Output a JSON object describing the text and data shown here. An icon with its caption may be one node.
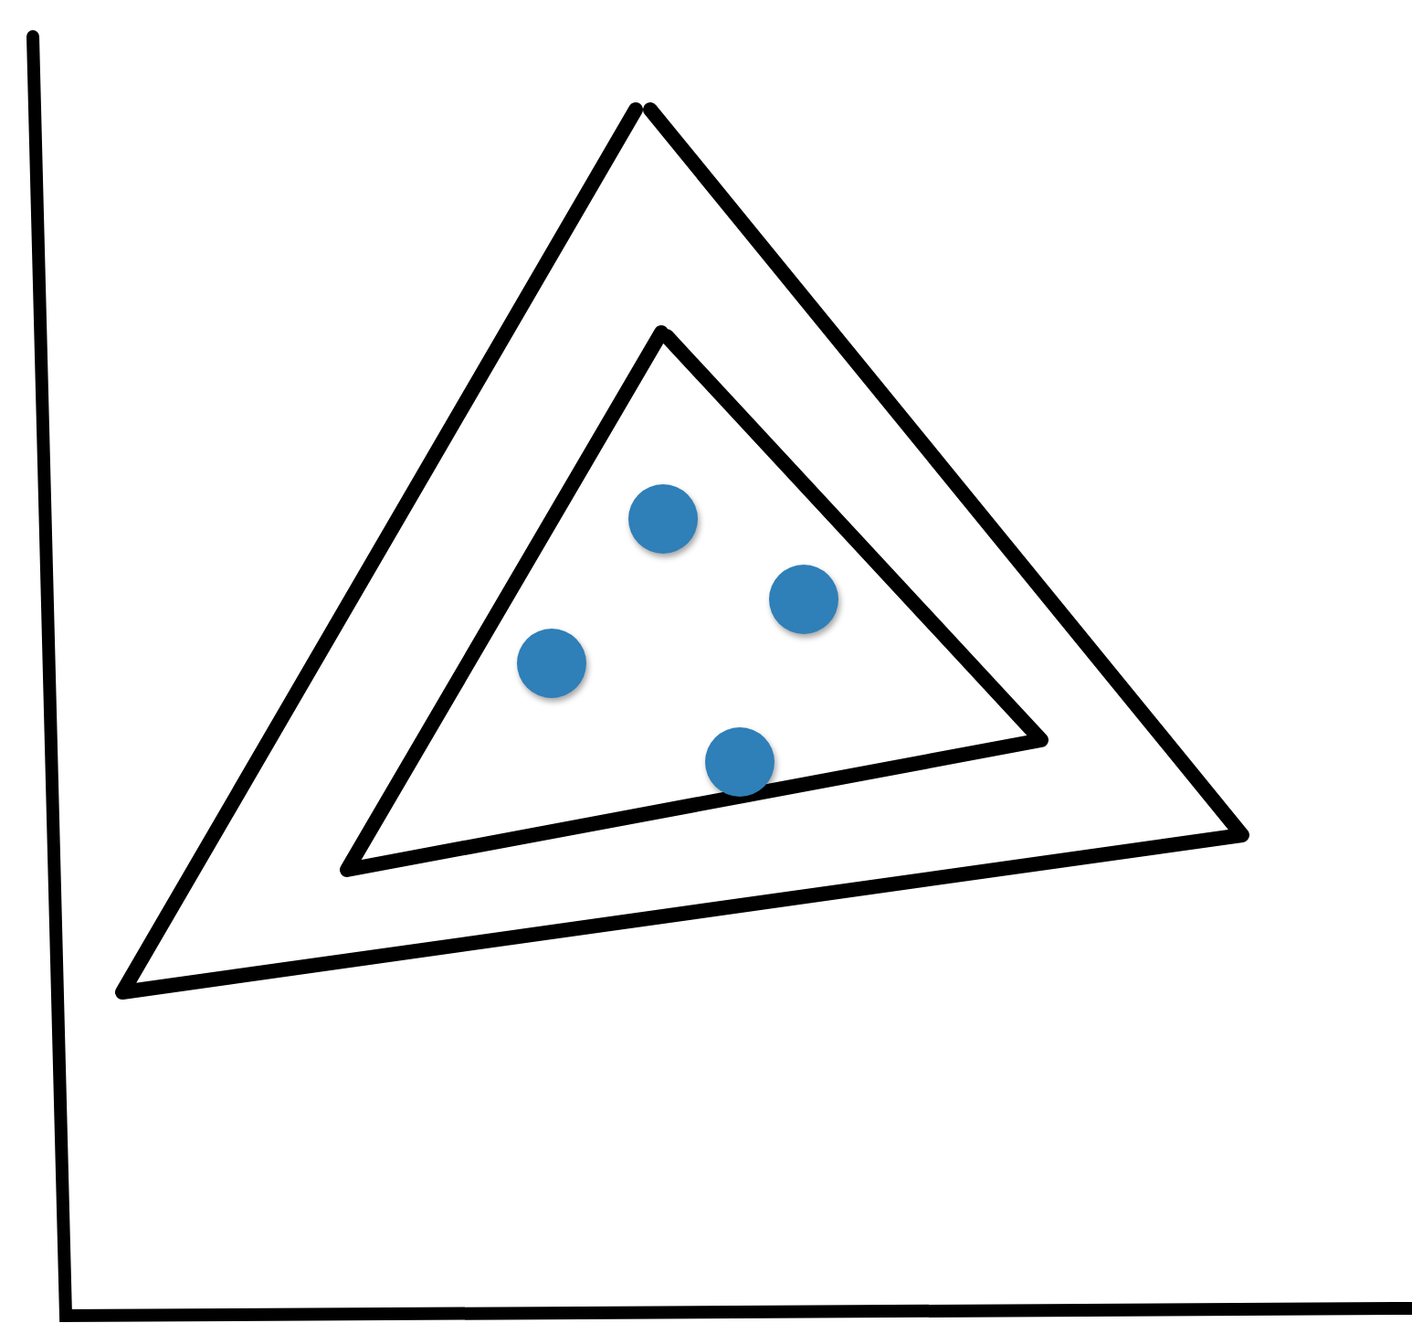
{
  "diagram": {
    "nodes": [
      {
        "text": [],
        "shape": "triangle"
      },
      {
        "text": [],
        "shape": "triangle",
        "in": 0
      },
      {
        "text": [],
        "shape": "circle",
        "in": 1
      },
      {
        "text": [],
        "shape": "circle",
        "in": 1
      },
      {
        "text": [],
        "shape": "circle",
        "in": 1
      },
      {
        "text": [],
        "shape": "circle",
        "in": 1
      }
    ]
  }
}
